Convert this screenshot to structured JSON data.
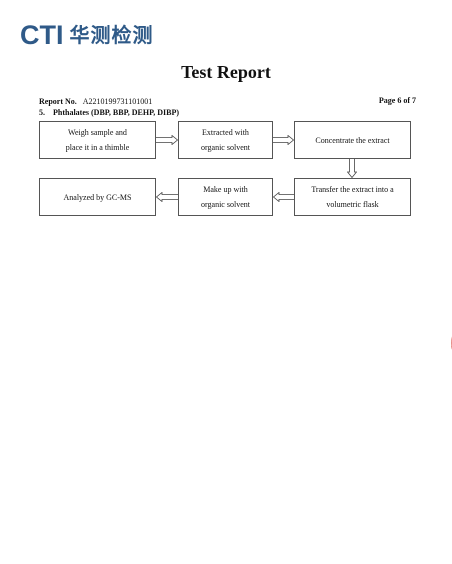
{
  "header": {
    "brand": "CTI",
    "brand_cn": "华测检测"
  },
  "report": {
    "title": "Test Report",
    "report_no_label": "Report No.",
    "report_no_value": "A2210199731101001",
    "page": "Page 6 of 7"
  },
  "section": {
    "number": "5.",
    "title": "Phthalates (DBP, BBP, DEHP, DIBP)"
  },
  "flowchart": {
    "steps": [
      {
        "line1": "Weigh sample and",
        "line2": "place it in a thimble"
      },
      {
        "line1": "Extracted with",
        "line2": "organic solvent"
      },
      {
        "line1": "Concentrate the extract",
        "line2": ""
      },
      {
        "line1": "Transfer the extract into a",
        "line2": "volumetric flask"
      },
      {
        "line1": "Make up with",
        "line2": "organic solvent"
      },
      {
        "line1": "Analyzed by GC-MS",
        "line2": ""
      }
    ]
  },
  "colors": {
    "brand": "#2f5a88",
    "stamp": "#d9463c"
  }
}
